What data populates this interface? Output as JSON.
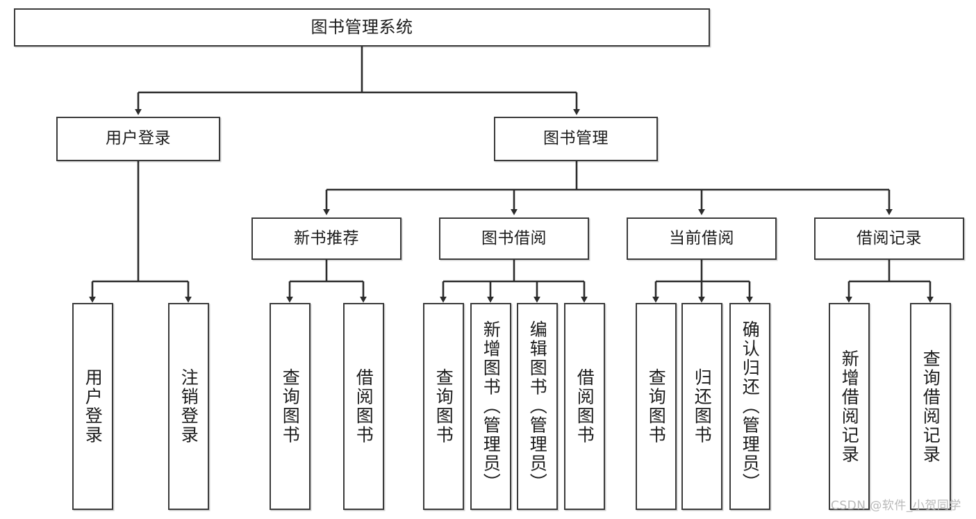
{
  "diagram": {
    "type": "tree-hierarchy",
    "title": "图书管理系统",
    "orientation": "top-down",
    "edge_style": "orthogonal-with-arrowheads",
    "colors": {
      "box_border": "#3a3a3a",
      "box_fill": "#ffffff",
      "edge": "#2b2b2b",
      "text": "#1b1b1b",
      "watermark": "#b9b9b9",
      "background": "#ffffff"
    },
    "root": {
      "label": "图书管理系统"
    },
    "level2": [
      {
        "label": "用户登录"
      },
      {
        "label": "图书管理"
      }
    ],
    "level3": [
      {
        "label": "新书推荐"
      },
      {
        "label": "图书借阅"
      },
      {
        "label": "当前借阅"
      },
      {
        "label": "借阅记录"
      }
    ],
    "leaves": {
      "user_login": [
        {
          "label": "用户登录"
        },
        {
          "label": "注销登录"
        }
      ],
      "new_book_recommend": [
        {
          "label": "查询图书"
        },
        {
          "label": "借阅图书"
        }
      ],
      "book_borrow": [
        {
          "label": "查询图书"
        },
        {
          "label": "新增图书（管理员）"
        },
        {
          "label": "编辑图书（管理员）"
        },
        {
          "label": "借阅图书"
        }
      ],
      "current_borrow": [
        {
          "label": "查询图书"
        },
        {
          "label": "归还图书"
        },
        {
          "label": "确认归还（管理员）"
        }
      ],
      "borrow_record": [
        {
          "label": "新增借阅记录"
        },
        {
          "label": "查询借阅记录"
        }
      ]
    }
  },
  "watermark": {
    "text": "CSDN @软件_小贺同学"
  }
}
